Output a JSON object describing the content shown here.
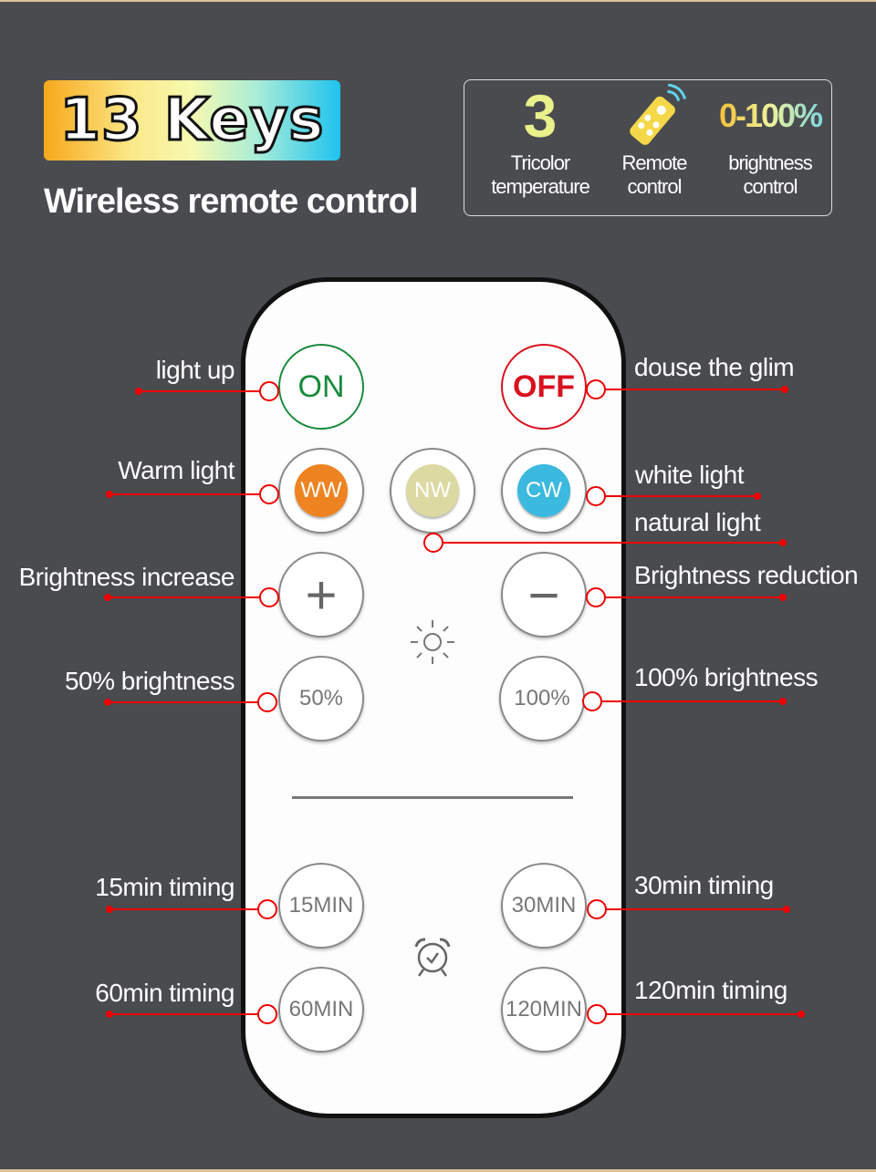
{
  "header": {
    "keys": "13 Keys",
    "subtitle": "Wireless remote control"
  },
  "features": [
    {
      "big": "3",
      "line1": "Tricolor",
      "line2": "temperature"
    },
    {
      "icon": "remote-icon",
      "line1": "Remote",
      "line2": "control"
    },
    {
      "big": "0-100%",
      "line1": "brightness",
      "line2": "control"
    }
  ],
  "buttons": {
    "on": "ON",
    "off": "OFF",
    "ww": "WW",
    "nw": "NW",
    "cw": "CW",
    "plus": "+",
    "minus": "−",
    "p50": "50%",
    "p100": "100%",
    "m15": "15MIN",
    "m30": "30MIN",
    "m60": "60MIN",
    "m120": "120MIN"
  },
  "colors": {
    "on": "#1a8a3c",
    "off": "#d8121e",
    "ww": "#ee8322",
    "nw": "#dcd9a2",
    "cw": "#3bb9df",
    "callout": "#e00000"
  },
  "callouts": [
    "light up",
    "douse the glim",
    "Warm light",
    "white light",
    "natural light",
    "Brightness increase",
    "Brightness reduction",
    "50% brightness",
    "100% brightness",
    "15min timing",
    "30min timing",
    "60min timing",
    "120min timing"
  ]
}
